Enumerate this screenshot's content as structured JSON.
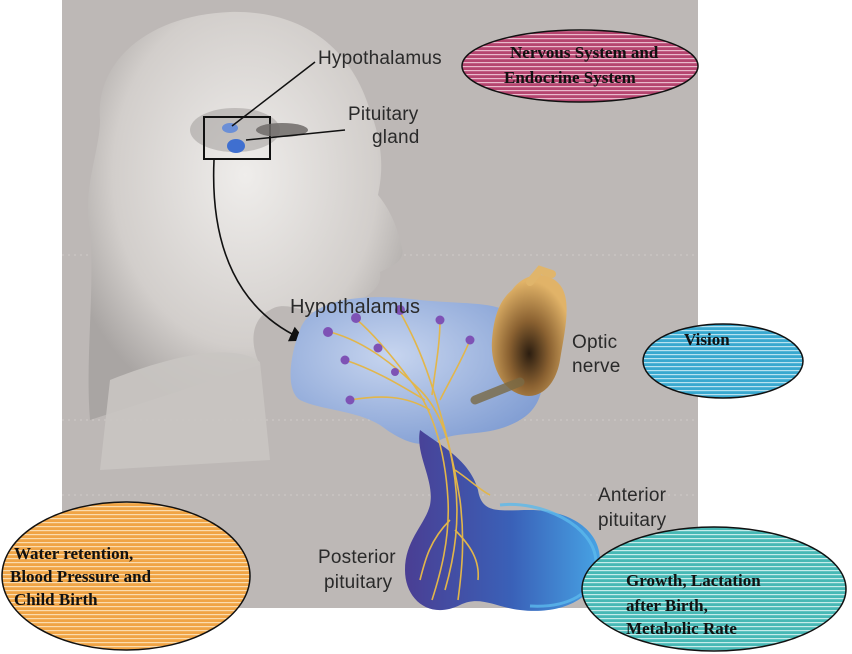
{
  "labels": {
    "hypothalamus_top": "Hypothalamus",
    "pituitary_gland_line1": "Pituitary",
    "pituitary_gland_line2": "gland",
    "hypothalamus_mid": "Hypothalamus",
    "optic_line1": "Optic",
    "optic_line2": "nerve",
    "anterior_line1": "Anterior",
    "anterior_line2": "pituitary",
    "posterior_line1": "Posterior",
    "posterior_line2": "pituitary"
  },
  "ovals": {
    "nervous": {
      "line1": "Nervous System and",
      "line2": "Endocrine System",
      "color": "#b5456f"
    },
    "vision": {
      "line1": "Vision",
      "color": "#39a8cf"
    },
    "water": {
      "line1": "Water retention,",
      "line2": "Blood Pressure and",
      "line3": "Child Birth",
      "color": "#f0a445"
    },
    "growth": {
      "line1": "Growth, Lactation",
      "line2": "after Birth,",
      "line3": "Metabolic Rate",
      "color": "#47b8b5"
    }
  },
  "colors": {
    "background_panel": "#bdb8b6",
    "head": "#d6d2cf",
    "hypothalamus_region": "#9ab0d8",
    "pituitary_region": "#3d62b8",
    "nerve_fibers": "#e2b64a",
    "optic_chiasm": "#d7a24e"
  }
}
